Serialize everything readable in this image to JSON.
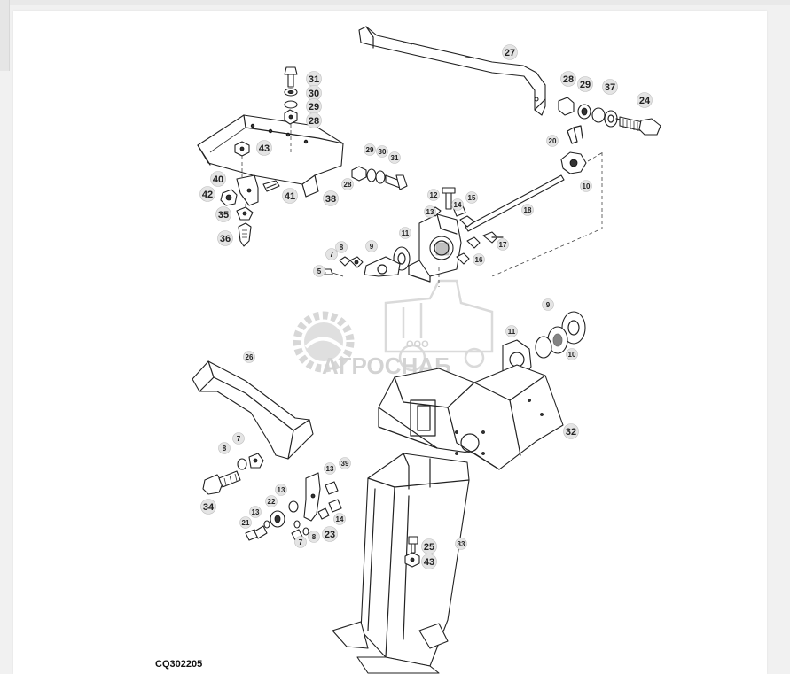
{
  "figure": {
    "code": "CQ302205",
    "watermark": {
      "small_text": "ООО",
      "brand_text": "АГРОСНАБ",
      "color": "#cfcfcf"
    }
  },
  "parts_upper": [
    {
      "id": "p27",
      "label": "27"
    },
    {
      "id": "p31a",
      "label": "31"
    },
    {
      "id": "p30a",
      "label": "30"
    },
    {
      "id": "p29a",
      "label": "29"
    },
    {
      "id": "p28a",
      "label": "28"
    },
    {
      "id": "p43a",
      "label": "43"
    },
    {
      "id": "p40",
      "label": "40"
    },
    {
      "id": "p42",
      "label": "42"
    },
    {
      "id": "p41",
      "label": "41"
    },
    {
      "id": "p38",
      "label": "38"
    },
    {
      "id": "p35",
      "label": "35"
    },
    {
      "id": "p36",
      "label": "36"
    },
    {
      "id": "p29b",
      "label": "29"
    },
    {
      "id": "p30b",
      "label": "30"
    },
    {
      "id": "p31b",
      "label": "31"
    },
    {
      "id": "p28b",
      "label": "28"
    },
    {
      "id": "p28c",
      "label": "28"
    },
    {
      "id": "p29c",
      "label": "29"
    },
    {
      "id": "p37",
      "label": "37"
    },
    {
      "id": "p24",
      "label": "24"
    },
    {
      "id": "p20",
      "label": "20"
    },
    {
      "id": "p10a",
      "label": "10"
    },
    {
      "id": "p18",
      "label": "18"
    },
    {
      "id": "p12",
      "label": "12"
    },
    {
      "id": "p13a",
      "label": "13"
    },
    {
      "id": "p14a",
      "label": "14"
    },
    {
      "id": "p15",
      "label": "15"
    },
    {
      "id": "p11a",
      "label": "11"
    },
    {
      "id": "p17",
      "label": "17"
    },
    {
      "id": "p16",
      "label": "16"
    },
    {
      "id": "p9a",
      "label": "9"
    },
    {
      "id": "p8a",
      "label": "8"
    },
    {
      "id": "p7a",
      "label": "7"
    },
    {
      "id": "p5",
      "label": "5"
    }
  ],
  "parts_lower": [
    {
      "id": "p9b",
      "label": "9"
    },
    {
      "id": "p11b",
      "label": "11"
    },
    {
      "id": "p10b",
      "label": "10"
    },
    {
      "id": "p26",
      "label": "26"
    },
    {
      "id": "p32",
      "label": "32"
    },
    {
      "id": "p8b",
      "label": "8"
    },
    {
      "id": "p7b",
      "label": "7"
    },
    {
      "id": "p34",
      "label": "34"
    },
    {
      "id": "p13b",
      "label": "13"
    },
    {
      "id": "p39",
      "label": "39"
    },
    {
      "id": "p22",
      "label": "22"
    },
    {
      "id": "p13c",
      "label": "13"
    },
    {
      "id": "p13d",
      "label": "13"
    },
    {
      "id": "p21",
      "label": "21"
    },
    {
      "id": "p14b",
      "label": "14"
    },
    {
      "id": "p23",
      "label": "23"
    },
    {
      "id": "p8c",
      "label": "8"
    },
    {
      "id": "p7c",
      "label": "7"
    },
    {
      "id": "p33",
      "label": "33"
    },
    {
      "id": "p25",
      "label": "25"
    },
    {
      "id": "p43b",
      "label": "43"
    }
  ]
}
